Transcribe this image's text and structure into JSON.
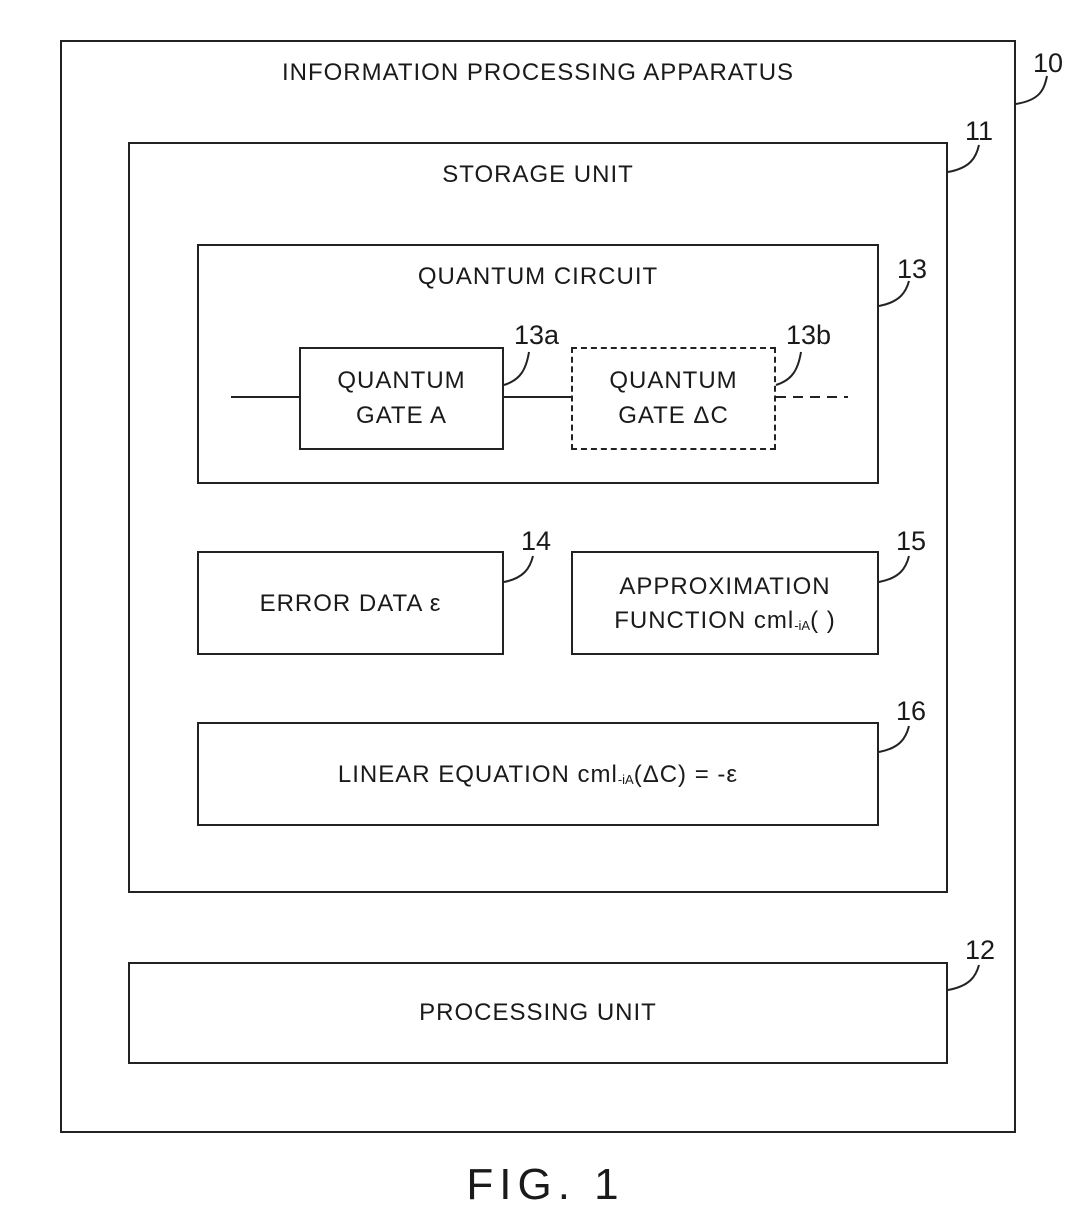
{
  "apparatus": {
    "title": "INFORMATION PROCESSING APPARATUS",
    "ref": "10"
  },
  "storage": {
    "title": "STORAGE UNIT",
    "ref": "11"
  },
  "circuit": {
    "title": "QUANTUM CIRCUIT",
    "ref": "13",
    "gate_a": {
      "line1": "QUANTUM",
      "line2": "GATE A",
      "ref": "13a"
    },
    "gate_c": {
      "line1": "QUANTUM",
      "line2": "GATE ΔC",
      "ref": "13b"
    }
  },
  "error_data": {
    "label": "ERROR DATA ε",
    "ref": "14"
  },
  "approx": {
    "line1": "APPROXIMATION",
    "line2_prefix": "FUNCTION cml",
    "line2_sub": "-iA",
    "line2_suffix": "( )",
    "ref": "15"
  },
  "linear": {
    "prefix": "LINEAR EQUATION cml",
    "sub": "-iA",
    "suffix": "(ΔC) = -ε",
    "ref": "16"
  },
  "processing": {
    "title": "PROCESSING UNIT",
    "ref": "12"
  },
  "figure": {
    "caption": "FIG. 1"
  }
}
